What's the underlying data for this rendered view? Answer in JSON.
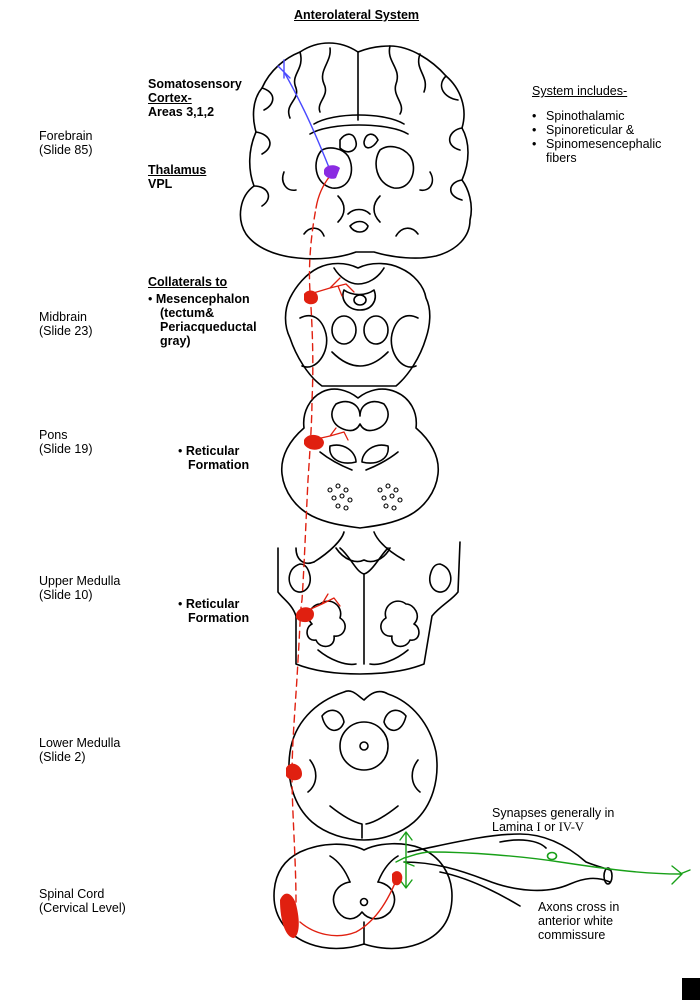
{
  "title": "Anterolateral System",
  "levels": [
    {
      "name": "Forebrain",
      "slide": "(Slide 85)"
    },
    {
      "name": "Midbrain",
      "slide": "(Slide 23)"
    },
    {
      "name": "Pons",
      "slide": "(Slide 19)"
    },
    {
      "name": "Upper Medulla",
      "slide": "(Slide 10)"
    },
    {
      "name": "Lower Medulla",
      "slide": "(Slide 2)"
    },
    {
      "name": "Spinal Cord",
      "slide": "(Cervical Level)"
    }
  ],
  "cortex": {
    "line1": "Somatosensory",
    "line2": "Cortex-",
    "line3": "Areas 3,1,2"
  },
  "thalamus": {
    "title": "Thalamus",
    "sub": "VPL"
  },
  "collaterals": {
    "title": "Collaterals to",
    "bullet": "•",
    "line1": "Mesencephalon",
    "line2": "(tectum&",
    "line3": "Periacqueductal",
    "line4": "gray)"
  },
  "pons_label": {
    "bullet": "•",
    "line1": "Reticular",
    "line2": "Formation"
  },
  "medulla_label": {
    "bullet": "•",
    "line1": "Reticular",
    "line2": "Formation"
  },
  "system": {
    "heading": "System includes-",
    "bullet": "•",
    "items": [
      "Spinothalamic",
      "Spinoreticular &",
      "Spinomesencephalic"
    ],
    "item3_cont": "fibers"
  },
  "synapses": {
    "line1": "Synapses generally in",
    "line2_pre": "Lamina ",
    "lamina1": "I",
    "or": " or ",
    "lamina2": "IV-V"
  },
  "axons": {
    "line1": "Axons cross in",
    "line2": "anterior white",
    "line3": "commissure"
  },
  "colors": {
    "red": "#e02010",
    "blue": "#4a4aff",
    "purple": "#8a2be2",
    "green": "#18a018",
    "ink": "#000000"
  }
}
